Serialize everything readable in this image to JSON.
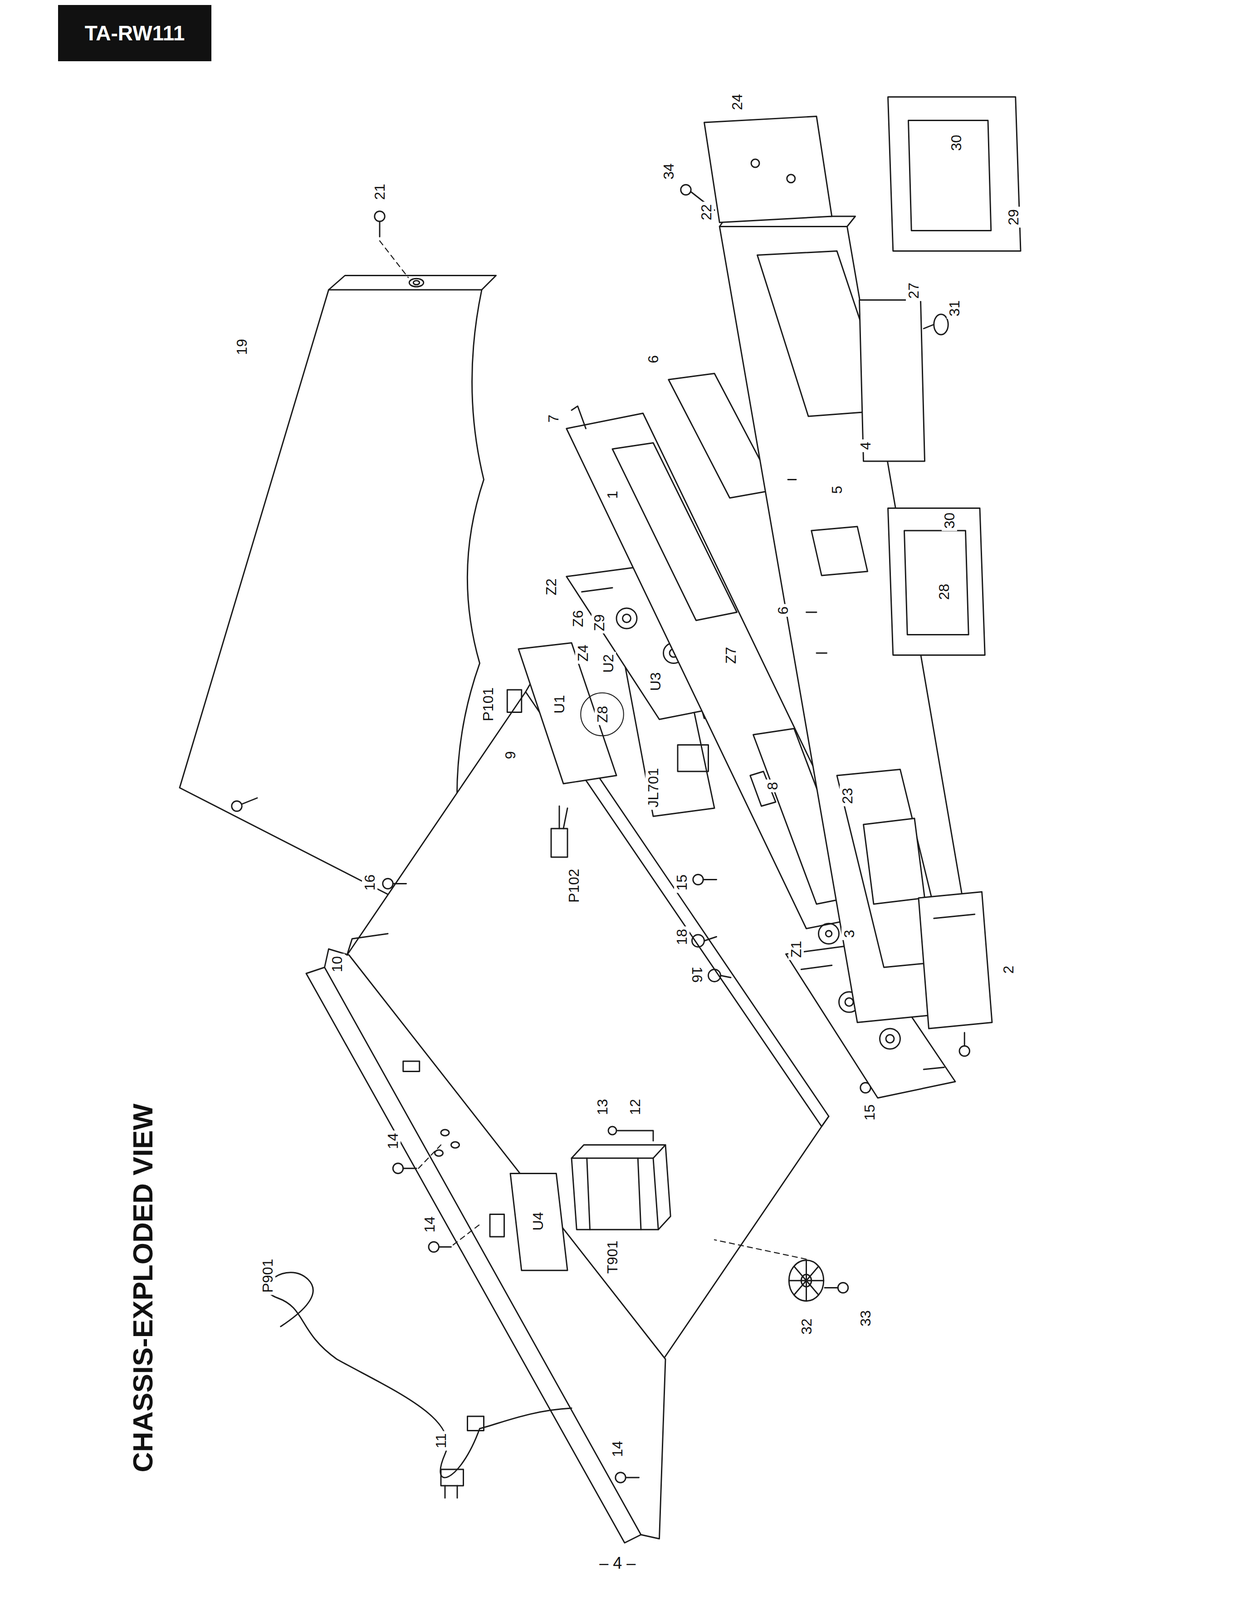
{
  "diagram": {
    "title": "CHASSIS-EXPLODED VIEW",
    "nodes": [
      {
        "text": [
          "TA-RW111"
        ]
      }
    ],
    "edges": [],
    "labels": [
      "P901",
      "11",
      "14",
      "14",
      "14",
      "U4",
      "T901",
      "13",
      "12",
      "32",
      "33",
      "10",
      "16",
      "18",
      "16",
      "9",
      "P101",
      "U1",
      "P102",
      "JL701",
      "U2",
      "U3",
      "Z8",
      "Z6",
      "Z9",
      "Z4",
      "Z7",
      "15",
      "15",
      "3",
      "2",
      "Z1",
      "Z2",
      "8",
      "1",
      "7",
      "6",
      "6",
      "5",
      "4",
      "23",
      "19",
      "21",
      "24",
      "34",
      "22",
      "30",
      "29",
      "27",
      "31",
      "30",
      "28",
      "– 4 –"
    ]
  }
}
